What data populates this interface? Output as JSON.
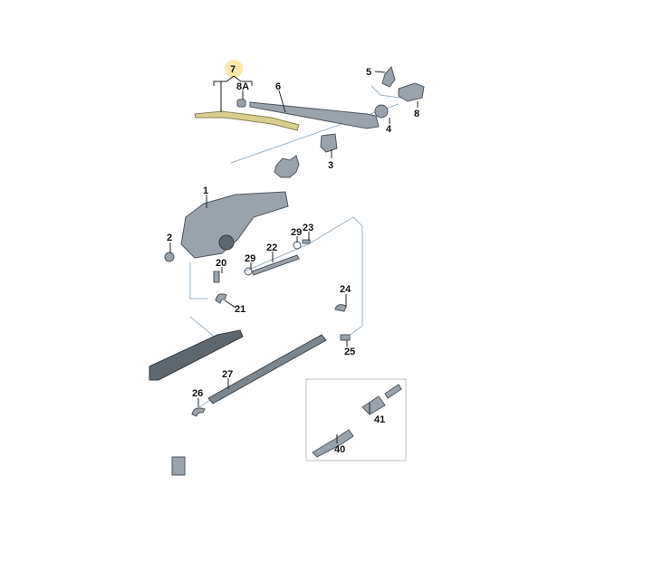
{
  "diagram": {
    "highlight_color": "#fbe7a6",
    "blade_color": "#d8cf8f",
    "labels": {
      "p7": "7",
      "p8A": "8A",
      "p6": "6",
      "p5": "5",
      "p8": "8",
      "p4": "4",
      "p3": "3",
      "p1": "1",
      "p2": "2",
      "p20": "20",
      "p29a": "29",
      "p22": "22",
      "p29b": "29",
      "p23": "23",
      "p21": "21",
      "p24": "24",
      "p25": "25",
      "p27": "27",
      "p26": "26",
      "p41": "41",
      "p40": "40"
    }
  }
}
